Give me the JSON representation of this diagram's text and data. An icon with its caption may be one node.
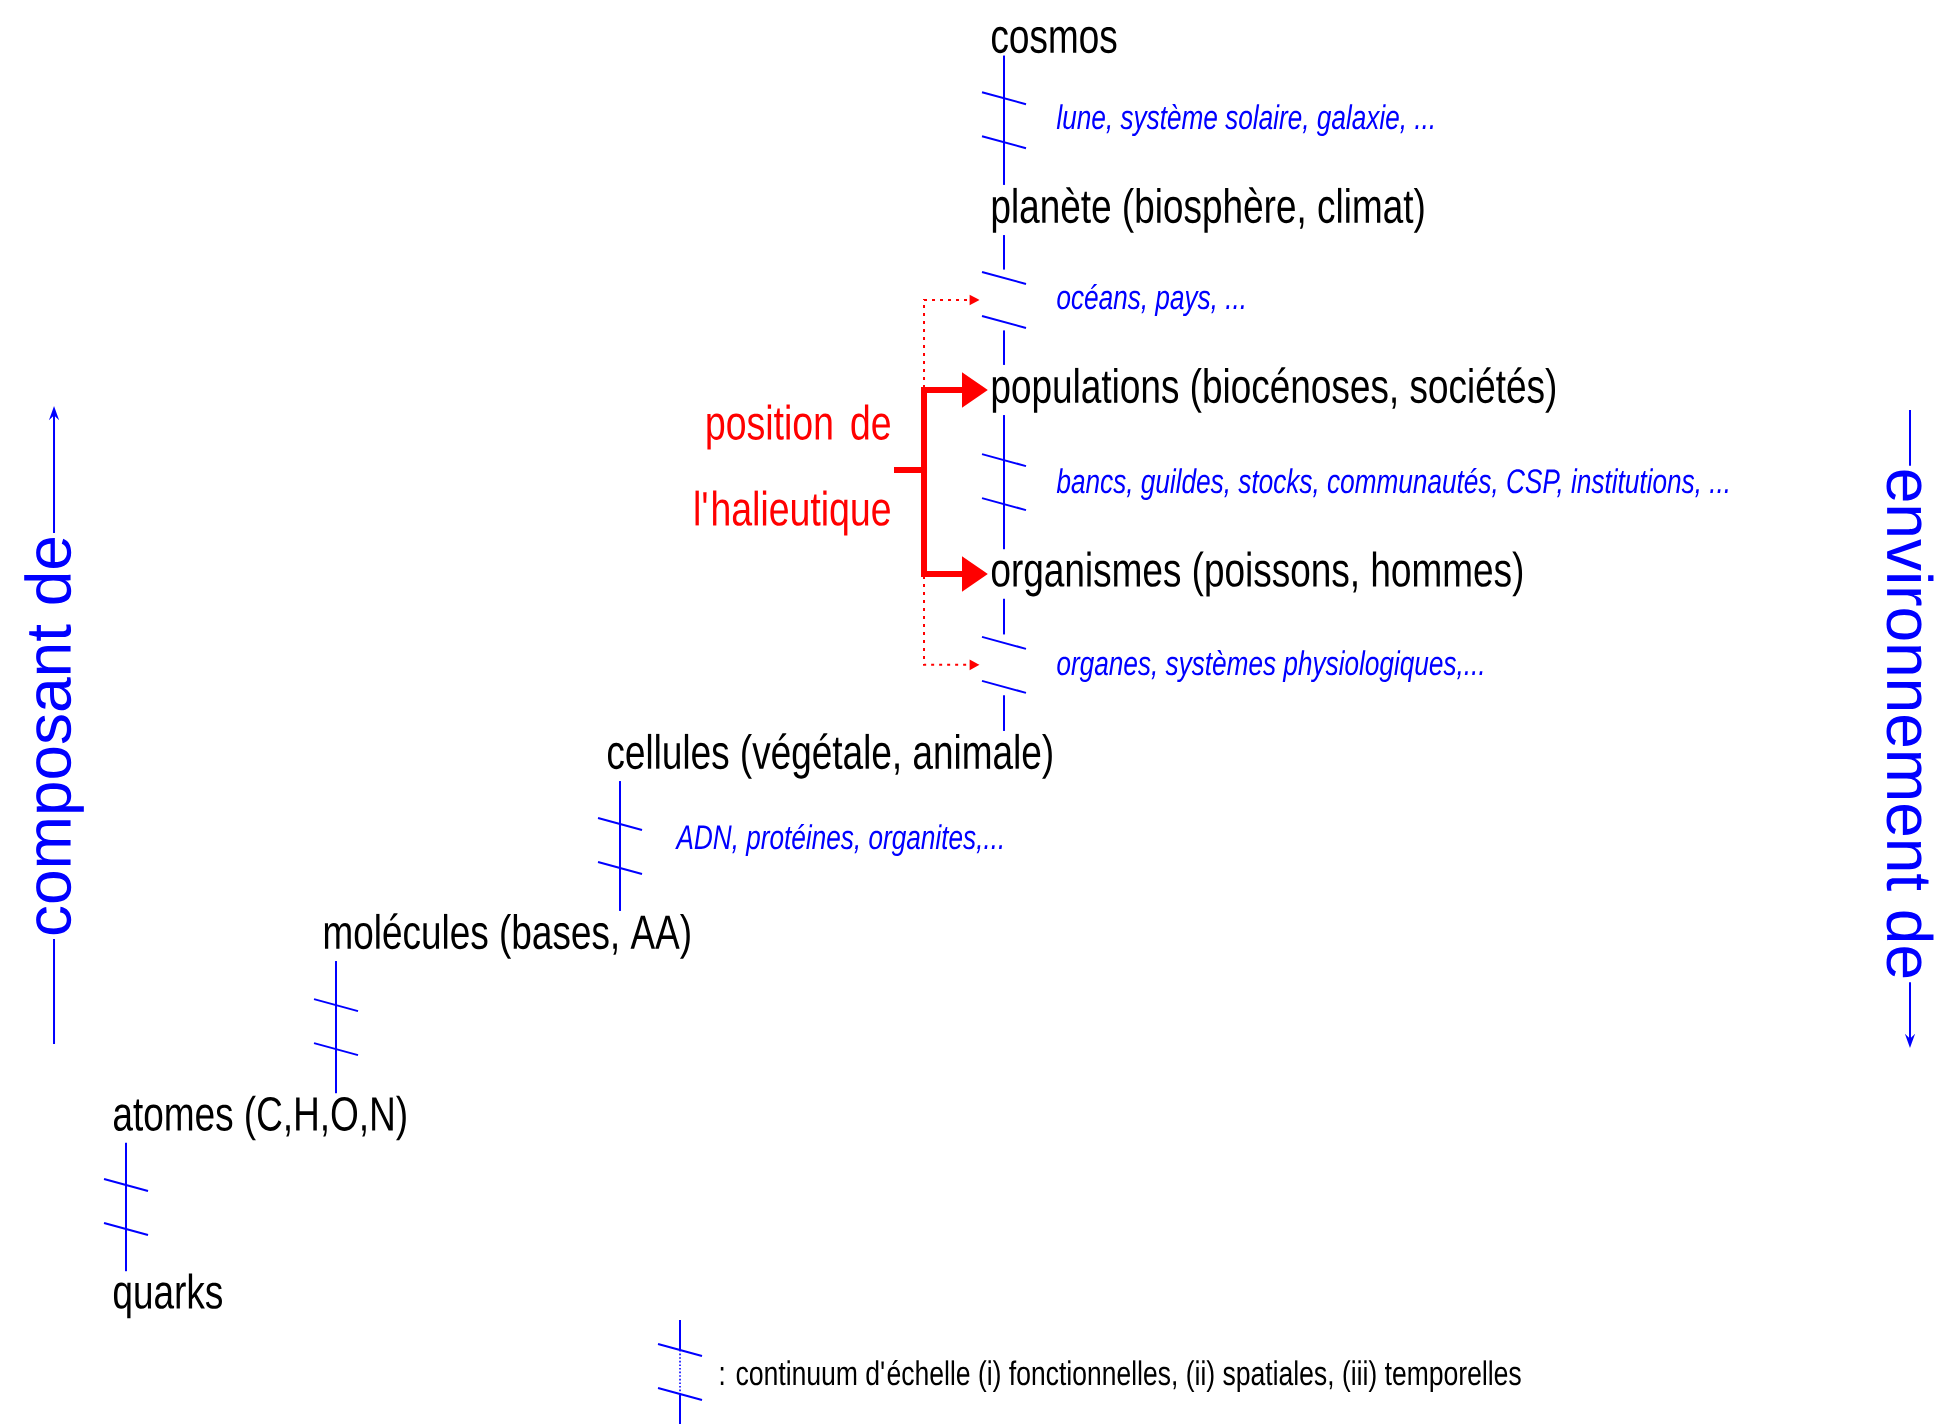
{
  "diagram": {
    "nodes": [
      {
        "text": [
          "cosmos"
        ]
      },
      {
        "text": [
          "planète (biosphère, climat)"
        ]
      },
      {
        "text": [
          "populations (biocénoses, sociétés)"
        ]
      },
      {
        "text": [
          "organismes (poissons, hommes)"
        ]
      },
      {
        "text": [
          "cellules (végétale, animale)"
        ]
      },
      {
        "text": [
          "molécules (bases, AA)"
        ]
      },
      {
        "text": [
          "atomes (C,H,O,N)"
        ]
      },
      {
        "text": [
          "quarks"
        ]
      },
      {
        "text": [
          "position de l'halieutique"
        ]
      },
      {
        "text": [
          "lune, système solaire, galaxie, ..."
        ]
      },
      {
        "text": [
          "océans, pays, ..."
        ]
      },
      {
        "text": [
          "bancs, guildes, stocks, communautés, CSP, institutions, ..."
        ]
      },
      {
        "text": [
          "organes, systèmes physiologiques,..."
        ]
      },
      {
        "text": [
          "ADN, protéines, organites,..."
        ]
      },
      {
        "text": [],
        "shape": "picture"
      },
      {
        "text": [],
        "shape": "picture"
      }
    ],
    "edges": [
      {
        "from": 0,
        "to": 1,
        "arrow": "none"
      },
      {
        "from": 1,
        "to": 14,
        "arrow": "none"
      },
      {
        "from": 2,
        "to": 3,
        "arrow": "none"
      },
      {
        "from": 3,
        "to": 15,
        "arrow": "none"
      },
      {
        "from": 4,
        "to": 5,
        "arrow": "none"
      },
      {
        "from": 5,
        "to": 6,
        "arrow": "none"
      },
      {
        "from": 6,
        "to": 7,
        "arrow": "none"
      },
      {
        "from": 8,
        "to": 2,
        "arrow": "to",
        "style": "thick",
        "color": "#ff0000"
      },
      {
        "from": 8,
        "to": 3,
        "arrow": "to",
        "style": "thick",
        "color": "#ff0000"
      },
      {
        "from": 8,
        "to": 14,
        "arrow": "to",
        "style": "dashed",
        "color": "#ff0000"
      },
      {
        "from": 8,
        "to": 15,
        "arrow": "to",
        "style": "dashed",
        "color": "#ff0000"
      },
      {
        "from": 14,
        "to": 2,
        "arrow": "none"
      },
      {
        "from": 15,
        "to": 4,
        "arrow": "none"
      }
    ],
    "labels": [
      "composant de",
      "environnement de"
    ],
    "legend": [
      {
        "text": ": continuum d'échelle (i) fonctionnelles, (ii) spatiales, (iii) temporelles"
      }
    ]
  }
}
